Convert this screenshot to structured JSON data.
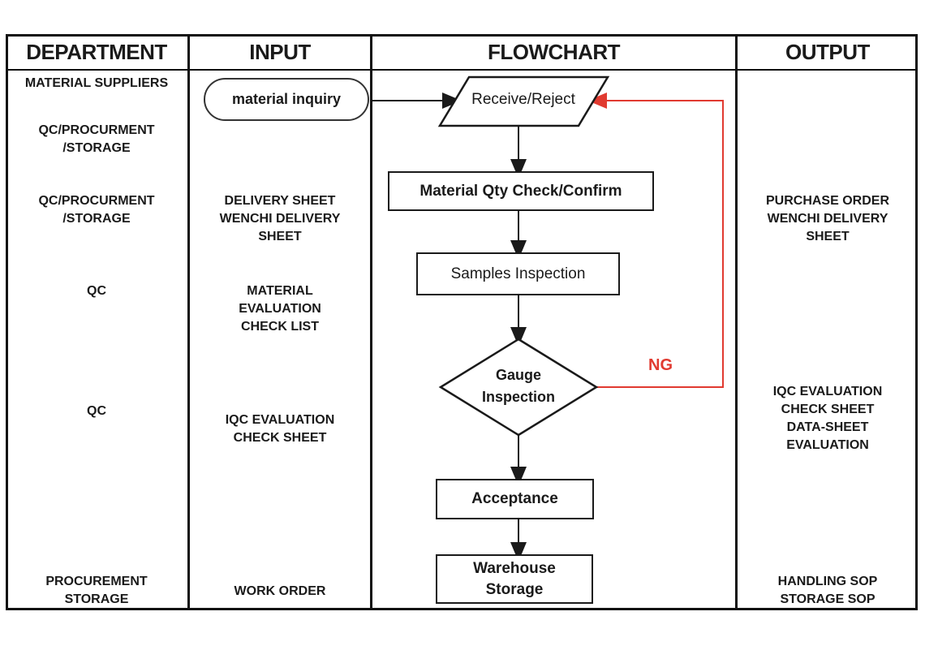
{
  "palette": {
    "ink": "#1a1a1a",
    "ng_red": "#e13a30"
  },
  "header": {
    "department": "DEPARTMENT",
    "input": "INPUT",
    "flowchart": "FLOWCHART",
    "output": "OUTPUT"
  },
  "department": {
    "items": [
      {
        "label": "MATERIAL SUPPLIERS"
      },
      {
        "label": "QC/PROCURMENT\n/STORAGE"
      },
      {
        "label": "QC/PROCURMENT\n/STORAGE"
      },
      {
        "label": "QC"
      },
      {
        "label": "QC"
      },
      {
        "label": "PROCUREMENT\nSTORAGE"
      }
    ]
  },
  "input": {
    "start_terminator": "material inquiry",
    "items": [
      {
        "label": "DELIVERY SHEET\nWENCHI DELIVERY\nSHEET"
      },
      {
        "label": "MATERIAL\nEVALUATION\nCHECK LIST"
      },
      {
        "label": "IQC EVALUATION\nCHECK SHEET"
      },
      {
        "label": "WORK ORDER"
      }
    ]
  },
  "flowchart": {
    "nodes": {
      "receive_reject": "Receive/Reject",
      "qty_check": "Material Qty Check/Confirm",
      "samples_inspection": "Samples Inspection",
      "gauge_inspection": "Gauge\nInspection",
      "acceptance": "Acceptance",
      "warehouse_storage": "Warehouse\nStorage"
    },
    "ng_label": "NG"
  },
  "output": {
    "items": [
      {
        "label": "PURCHASE ORDER\nWENCHI DELIVERY\nSHEET"
      },
      {
        "label": "IQC EVALUATION\nCHECK SHEET\nDATA-SHEET\nEVALUATION"
      },
      {
        "label": "HANDLING SOP\nSTORAGE SOP"
      }
    ]
  }
}
